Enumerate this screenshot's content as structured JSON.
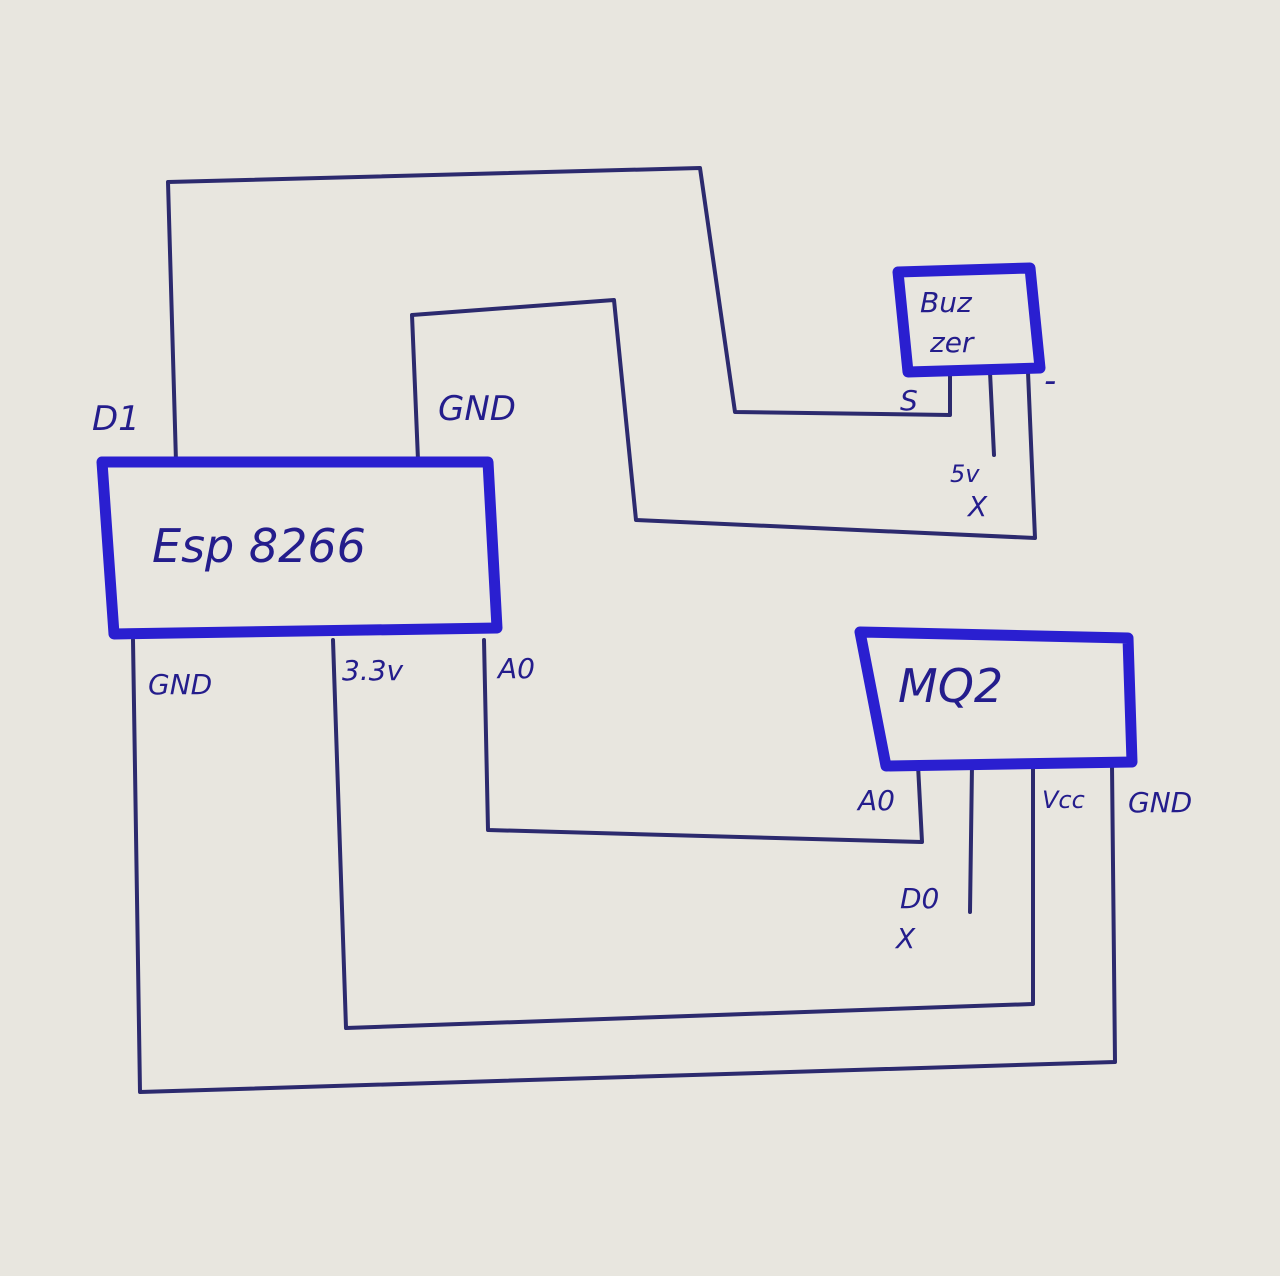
{
  "components": {
    "esp": {
      "label": "Esp 8266"
    },
    "buzzer": {
      "label_line1": "Buz",
      "label_line2": "zer"
    },
    "mq2": {
      "label": "MQ2"
    }
  },
  "pins": {
    "esp_d1": "D1",
    "esp_gnd_top": "GND",
    "esp_gnd_bottom": "GND",
    "esp_3v3": "3.3v",
    "esp_a0": "A0",
    "buzzer_s": "S",
    "buzzer_5v": "5v",
    "buzzer_minus": "-",
    "mq2_a0": "A0",
    "mq2_d0": "D0",
    "mq2_vcc": "Vcc",
    "mq2_gnd": "GND"
  },
  "marks": {
    "buzzer_5v_nc": "X",
    "mq2_d0_nc": "X"
  },
  "colors": {
    "paper": "#e8e6df",
    "wire": "#2c2a6e",
    "box": "#2a1fd0",
    "text": "#241d8c"
  }
}
